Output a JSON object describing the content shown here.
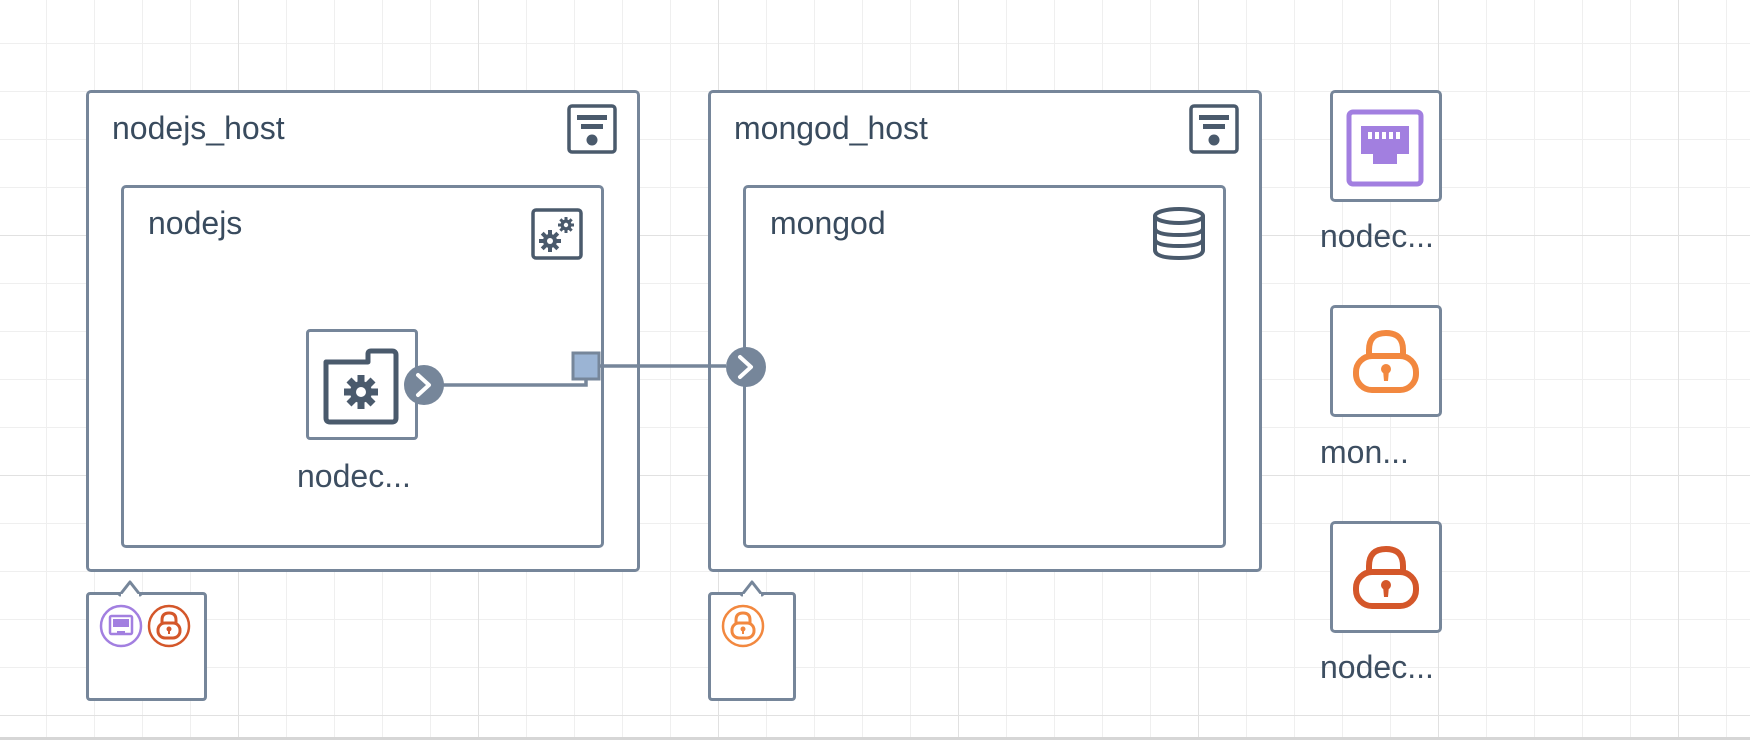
{
  "nodes": {
    "nodejs_host": {
      "label": "nodejs_host",
      "icon": "server-icon"
    },
    "nodejs": {
      "label": "nodejs",
      "icon": "gears-icon"
    },
    "nodejs_component": {
      "label": "nodec...",
      "icon": "folder-gear-icon"
    },
    "mongod_host": {
      "label": "mongod_host",
      "icon": "server-icon"
    },
    "mongod": {
      "label": "mongod",
      "icon": "database-icon"
    },
    "side_network": {
      "label": "nodec...",
      "icon": "network-port-icon"
    },
    "side_lock_orange": {
      "label": "mon...",
      "icon": "lock-icon"
    },
    "side_lock_red": {
      "label": "nodec...",
      "icon": "lock-icon"
    }
  },
  "badges": {
    "nodejs_host": [
      "network-port-icon",
      "lock-icon"
    ],
    "mongod_host": [
      "lock-icon"
    ]
  },
  "colors": {
    "border": "#76869a",
    "text": "#394b5e",
    "icon": "#4a5a6c",
    "purple": "#a27fe0",
    "orange": "#f2883f",
    "red": "#d4572a",
    "port": "#9bb4d4"
  }
}
